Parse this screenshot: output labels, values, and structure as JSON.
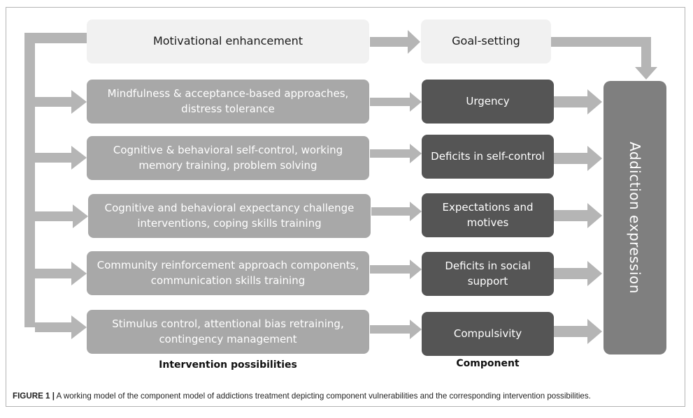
{
  "top_row": {
    "motivation": "Motivational enhancement",
    "goal": "Goal-setting"
  },
  "interventions": [
    "Mindfulness & acceptance-based approaches, distress tolerance",
    "Cognitive & behavioral self-control, working memory training, problem solving",
    "Cognitive and behavioral expectancy challenge interventions, coping skills training",
    "Community reinforcement approach components, communication skills training",
    "Stimulus control, attentional bias retraining, contingency management"
  ],
  "components": [
    "Urgency",
    "Deficits in self-control",
    "Expectations and motives",
    "Deficits in social support",
    "Compulsivity"
  ],
  "outcome": "Addiction expression",
  "labels": {
    "interventions": "Intervention possibilities",
    "components": "Component"
  },
  "caption": {
    "figure": "FIGURE 1 |",
    "text": " A working model of the component model of addictions treatment depicting component vulnerabilities and the corresponding intervention possibilities."
  },
  "colors": {
    "light_box": "#f1f1f1",
    "intervention_box": "#a8a8a8",
    "component_box": "#555555",
    "outcome_box": "#7f7f7f",
    "arrow": "#b5b5b5"
  }
}
